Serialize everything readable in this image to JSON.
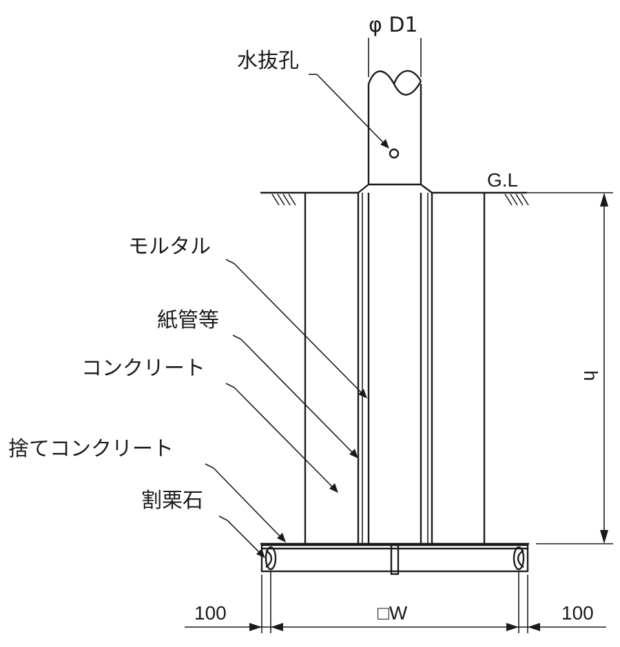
{
  "labels": {
    "diameter": "φ D1",
    "weep_hole": "水抜孔",
    "ground_level": "G.L",
    "mortar": "モルタル",
    "paper_tube": "紙管等",
    "concrete": "コンクリート",
    "lean_concrete": "捨てコンクリート",
    "crushed_stone": "割栗石",
    "height": "h",
    "left_margin": "100",
    "width": "□W",
    "right_margin": "100"
  }
}
